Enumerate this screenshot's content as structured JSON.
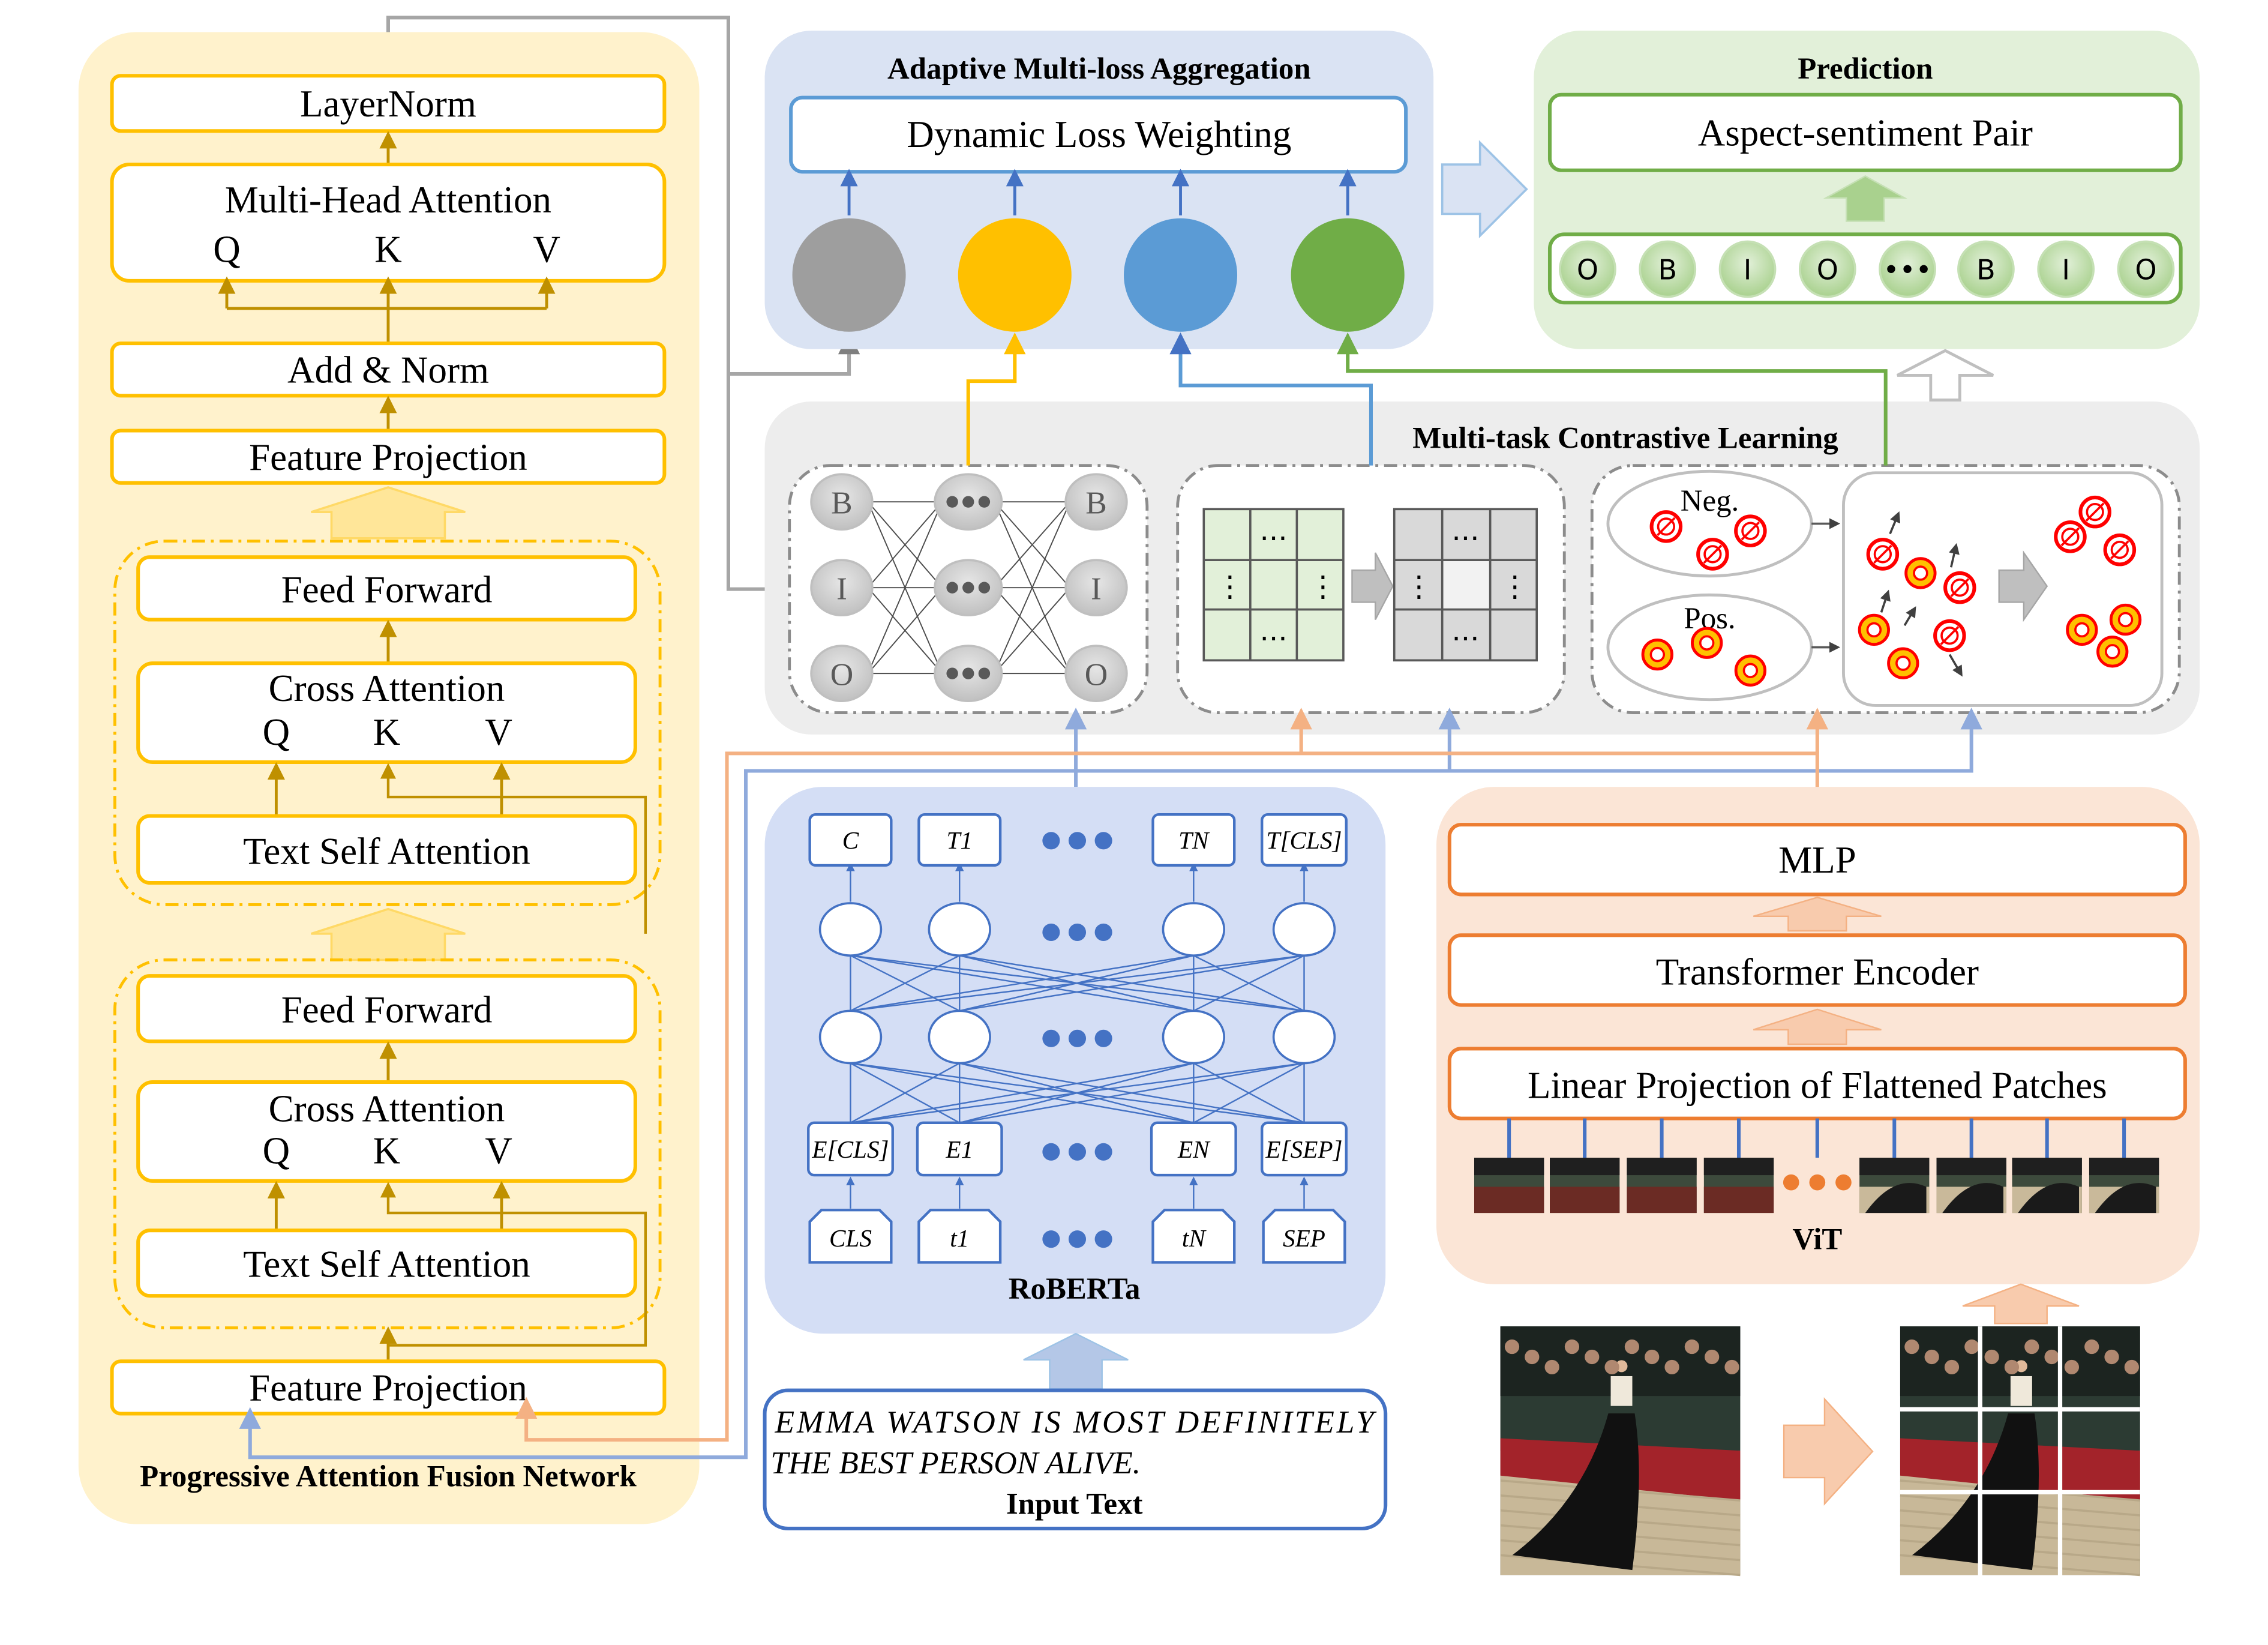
{
  "pafn": {
    "title": "Progressive Attention Fusion Network",
    "layernorm": "LayerNorm",
    "mha": "Multi-Head Attention",
    "add_norm": "Add & Norm",
    "feature_projection": "Feature Projection",
    "feed_forward": "Feed Forward",
    "cross_attention": "Cross Attention",
    "text_self_attention": "Text Self Attention",
    "q": "Q",
    "k": "K",
    "v": "V"
  },
  "aggregation": {
    "title": "Adaptive Multi-loss Aggregation",
    "box": "Dynamic Loss Weighting",
    "loss_colors": [
      "#9e9e9e",
      "#ffc000",
      "#5b9bd5",
      "#70ad47"
    ]
  },
  "prediction": {
    "title": "Prediction",
    "box": "Aspect-sentiment Pair",
    "tags": [
      "O",
      "B",
      "I",
      "O",
      "•••",
      "B",
      "I",
      "O"
    ]
  },
  "contrastive": {
    "title": "Multi-task Contrastive Learning",
    "crf_left": [
      "B",
      "I",
      "O"
    ],
    "crf_right": [
      "B",
      "I",
      "O"
    ],
    "neg": "Neg.",
    "pos": "Pos."
  },
  "roberta": {
    "title": "RoBERTa",
    "outputs": [
      "C",
      "T1",
      "TN",
      "T[CLS]"
    ],
    "embeddings": [
      "E[CLS]",
      "E1",
      "EN",
      "E[SEP]"
    ],
    "tokens": [
      "CLS",
      "t1",
      "tN",
      "SEP"
    ]
  },
  "input_text": {
    "text_line1": "EMMA WATSON IS MOST DEFINITELY",
    "text_line2": "THE BEST PERSON ALIVE.",
    "label": "Input Text"
  },
  "vit": {
    "title": "ViT",
    "mlp": "MLP",
    "encoder": "Transformer Encoder",
    "projection": "Linear Projection of Flattened Patches"
  },
  "colors": {
    "pafn_bg": "#fff2cc",
    "pafn_border": "#ffc000",
    "agg_bg": "#dae3f3",
    "pred_bg": "#e2f0d9",
    "pred_border": "#70ad47",
    "contrast_bg": "#ededed",
    "roberta_bg": "#d4def5",
    "roberta_border": "#4472c4",
    "vit_bg": "#fbe5d6",
    "vit_border": "#ed7d31"
  }
}
